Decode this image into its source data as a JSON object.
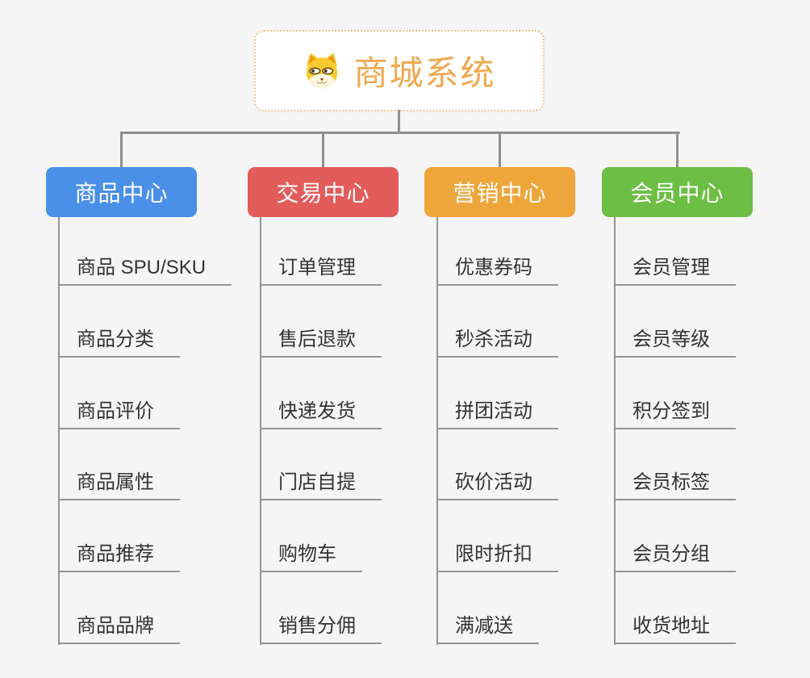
{
  "root": {
    "title": "商城系统",
    "icon": "doge-face-icon",
    "title_color": "#f0a850",
    "border_color": "#f2c488",
    "background": "#ffffff"
  },
  "canvas": {
    "background": "#f5f5f6",
    "connector_color": "#8f8f8f",
    "underline_color": "#949494",
    "item_text_color": "#333333"
  },
  "branches": [
    {
      "label": "商品中心",
      "color": "#4a8fe8",
      "items": [
        "商品 SPU/SKU",
        "商品分类",
        "商品评价",
        "商品属性",
        "商品推荐",
        "商品品牌"
      ]
    },
    {
      "label": "交易中心",
      "color": "#e35c5c",
      "items": [
        "订单管理",
        "售后退款",
        "快递发货",
        "门店自提",
        "购物车",
        "销售分佣"
      ]
    },
    {
      "label": "营销中心",
      "color": "#eda63c",
      "items": [
        "优惠券码",
        "秒杀活动",
        "拼团活动",
        "砍价活动",
        "限时折扣",
        "满减送"
      ]
    },
    {
      "label": "会员中心",
      "color": "#6cbe44",
      "items": [
        "会员管理",
        "会员等级",
        "积分签到",
        "会员标签",
        "会员分组",
        "收货地址"
      ]
    }
  ]
}
